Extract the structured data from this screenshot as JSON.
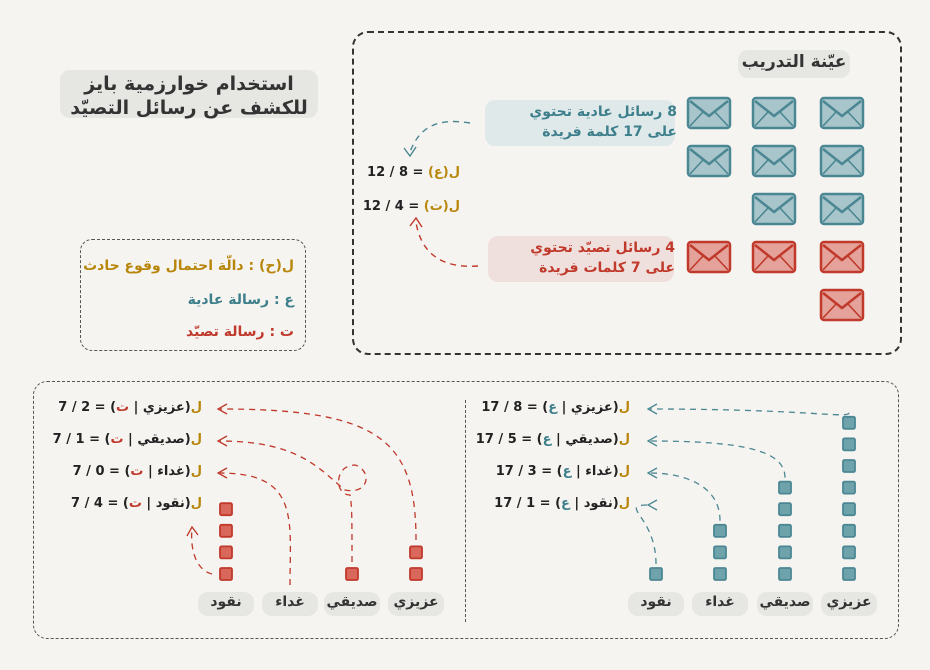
{
  "title": {
    "line1": "استخدام خوارزمية بايز",
    "line2": "للكشف عن رسائل التصيّد"
  },
  "training": {
    "heading": "عيّنة التدريب",
    "normal_note_line1": "8 رسائل عادية تحتوي",
    "normal_note_line2": "على 17 كلمة فريدة",
    "spam_note_line1": "4 رسائل تصيّد تحتوي",
    "spam_note_line2": "على 7 كلمات فريدة",
    "normal_count": 8,
    "spam_count": 4,
    "prior_normal": {
      "prefix": "ل",
      "arg": "(ع)",
      "eq": " = ",
      "value": "8 / 12"
    },
    "prior_spam": {
      "prefix": "ل",
      "arg": "(ت)",
      "eq": " = ",
      "value": "4 / 12"
    }
  },
  "legend": {
    "p_def": "ل(ح) : دالّة احتمال وقوع حادث",
    "n_def": "ع : رسالة عادية",
    "s_def": "ت : رسالة تصيّد"
  },
  "colors": {
    "normal": "#4b8793",
    "spam": "#c0392b",
    "prob": "#b8860b"
  },
  "normal_words": {
    "words": [
      "عزيزي",
      "صديقي",
      "غداء",
      "نقود"
    ],
    "counts": [
      8,
      5,
      3,
      1
    ],
    "formulas": [
      {
        "word": "عزيزي",
        "cls": "ع",
        "value": "8 / 17"
      },
      {
        "word": "صديقي",
        "cls": "ع",
        "value": "5 / 17"
      },
      {
        "word": "غداء",
        "cls": "ع",
        "value": "3 / 17"
      },
      {
        "word": "نقود",
        "cls": "ع",
        "value": "1 / 17"
      }
    ]
  },
  "spam_words": {
    "words": [
      "عزيزي",
      "صديقي",
      "غداء",
      "نقود"
    ],
    "counts": [
      2,
      1,
      0,
      4
    ],
    "formulas": [
      {
        "word": "عزيزي",
        "cls": "ت",
        "value": "2 / 7"
      },
      {
        "word": "صديقي",
        "cls": "ت",
        "value": "1 / 7"
      },
      {
        "word": "غداء",
        "cls": "ت",
        "value": "0 / 7"
      },
      {
        "word": "نقود",
        "cls": "ت",
        "value": "4 / 7"
      }
    ]
  }
}
